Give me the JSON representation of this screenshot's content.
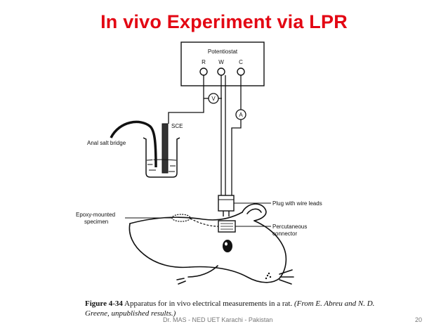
{
  "title": "In vivo Experiment  via LPR",
  "diagram": {
    "potentiostat_label": "Potentiostat",
    "terminal_r": "R",
    "terminal_w": "W",
    "terminal_c": "C",
    "voltmeter_symbol": "V",
    "ammeter_symbol": "A",
    "sce_label": "SCE",
    "salt_bridge_label": "Anal salt bridge",
    "plug_label": "Plug with wire leads",
    "specimen_label_line1": "Epoxy-mounted",
    "specimen_label_line2": "specimen",
    "connector_label_line1": "Percutaneous",
    "connector_label_line2": "connector"
  },
  "caption": {
    "figure_number": "Figure 4-34",
    "text": "Apparatus for in vivo electrical measurements in a rat.",
    "source_line1": "(From E. Abreu and N. D.",
    "source_line2": "Greene, unpublished results.)"
  },
  "footer": {
    "credit": "Dr. MAS - NED UET Karachi - Pakistan",
    "page_number": "20"
  }
}
